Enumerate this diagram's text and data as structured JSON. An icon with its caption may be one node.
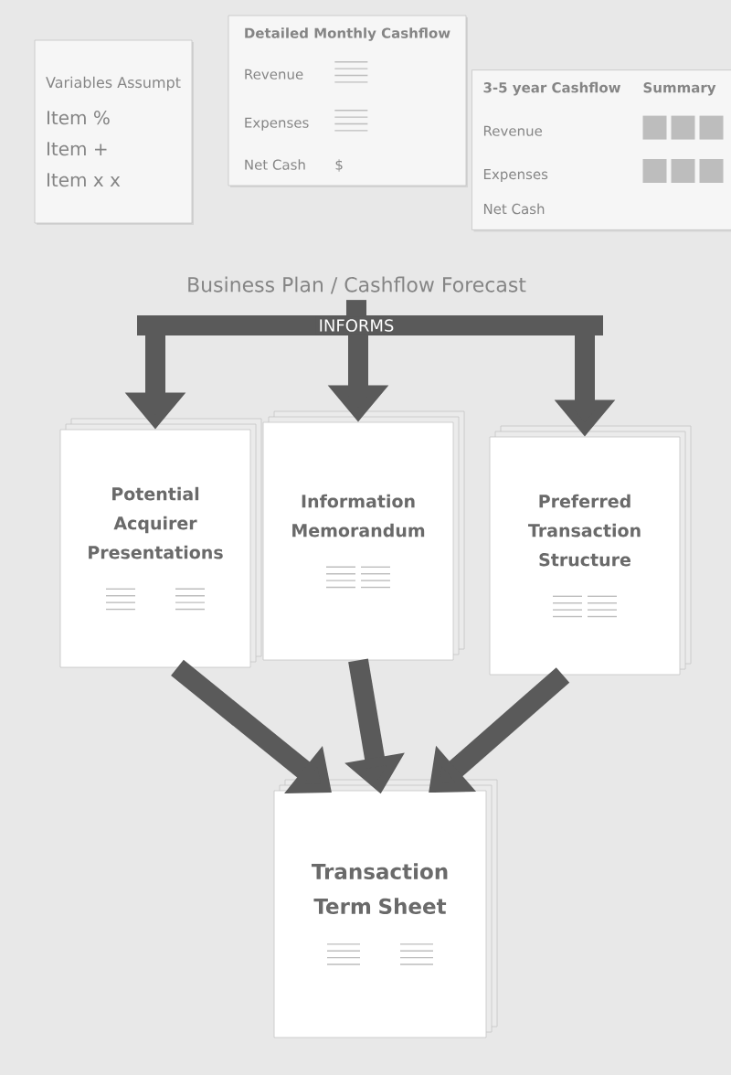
{
  "diagram": {
    "nodes": [
      {
        "text": [
          "Variables Assumpt",
          "Item %",
          "Item +",
          "Item x x"
        ]
      },
      {
        "text": [
          "Detailed Monthly Cashflow",
          "Revenue",
          "Expenses",
          "Net Cash",
          "$"
        ]
      },
      {
        "text": [
          "3-5 year Cashflow",
          "Summary",
          "Revenue",
          "Expenses",
          "Net Cash"
        ]
      },
      {
        "text": [
          "Business Plan / Cashflow Forecast"
        ]
      },
      {
        "text": [
          "Potential Acquirer Presentations"
        ]
      },
      {
        "text": [
          "Information Memorandum"
        ]
      },
      {
        "text": [
          "Preferred Transaction Structure"
        ]
      },
      {
        "text": [
          "Transaction Term Sheet"
        ]
      }
    ],
    "edges": [
      {
        "from": 3,
        "to": 4,
        "arrow": "to",
        "label": "INFORMS"
      },
      {
        "from": 3,
        "to": 5,
        "arrow": "to"
      },
      {
        "from": 3,
        "to": 6,
        "arrow": "to"
      },
      {
        "from": 4,
        "to": 7,
        "arrow": "to"
      },
      {
        "from": 5,
        "to": 7,
        "arrow": "to"
      },
      {
        "from": 6,
        "to": 7,
        "arrow": "to"
      }
    ]
  }
}
